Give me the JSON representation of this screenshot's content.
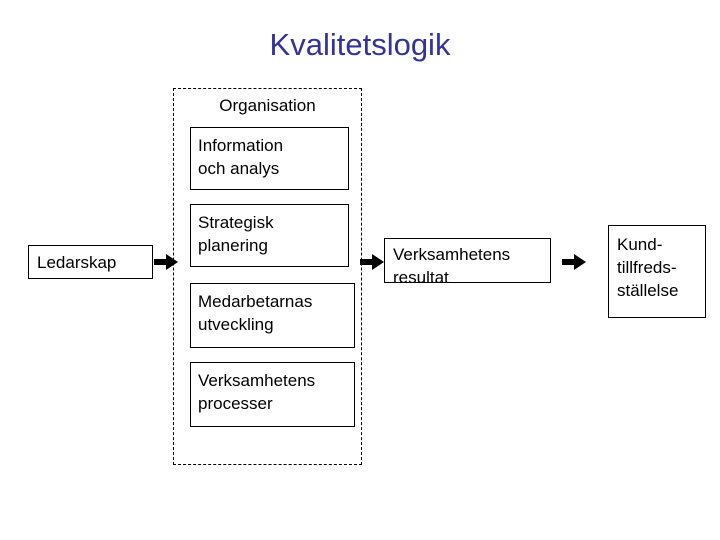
{
  "diagram": {
    "title": "Kvalitetslogik",
    "title_color": "#333399",
    "group": {
      "label": "Organisation",
      "border_style": "dashed",
      "items": [
        {
          "line1": "Information",
          "line2": "och analys"
        },
        {
          "line1": "Strategisk",
          "line2": "planering"
        },
        {
          "line1": "Medarbetarnas",
          "line2": "utveckling"
        },
        {
          "line1": "Verksamhetens",
          "line2": "processer"
        }
      ]
    },
    "input_node": {
      "label": "Ledarskap"
    },
    "result_node": {
      "line1": "Verksamhetens",
      "line2": "resultat"
    },
    "outcome_node": {
      "line1": "Kund-",
      "line2": "tillfreds-",
      "line3": "ställelse"
    },
    "connectors": [
      {
        "name": "ledarskap-to-organisation",
        "icon": "arrow-right-icon"
      },
      {
        "name": "organisation-to-resultat",
        "icon": "arrow-right-icon"
      },
      {
        "name": "resultat-to-kund",
        "icon": "arrow-right-icon"
      }
    ]
  }
}
